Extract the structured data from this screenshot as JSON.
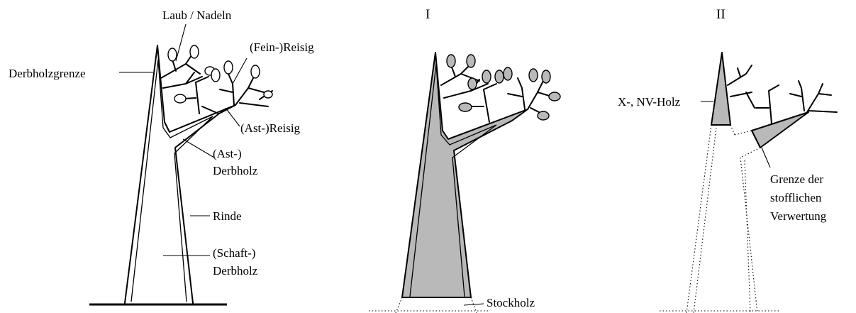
{
  "panel_left": {
    "labels": {
      "laub_nadeln": "Laub / Nadeln",
      "fein_reisig": "(Fein-)Reisig",
      "derbholzgrenze": "Derbholzgrenze",
      "ast_reisig": "(Ast-)Reisig",
      "ast_derbholz_1": "(Ast-)",
      "ast_derbholz_2": "Derbholz",
      "rinde": "Rinde",
      "schaft_derbholz_1": "(Schaft-)",
      "schaft_derbholz_2": "Derbholz"
    }
  },
  "panel_middle": {
    "title": "I",
    "labels": {
      "stockholz": "Stockholz"
    }
  },
  "panel_right": {
    "title": "II",
    "labels": {
      "x_nv_holz": "X-, NV-Holz",
      "grenze_1": "Grenze der",
      "grenze_2": "stofflichen",
      "grenze_3": "Verwertung"
    }
  },
  "colors": {
    "ink": "#000000",
    "shade": "#b9b9b9",
    "background": "#ffffff"
  }
}
